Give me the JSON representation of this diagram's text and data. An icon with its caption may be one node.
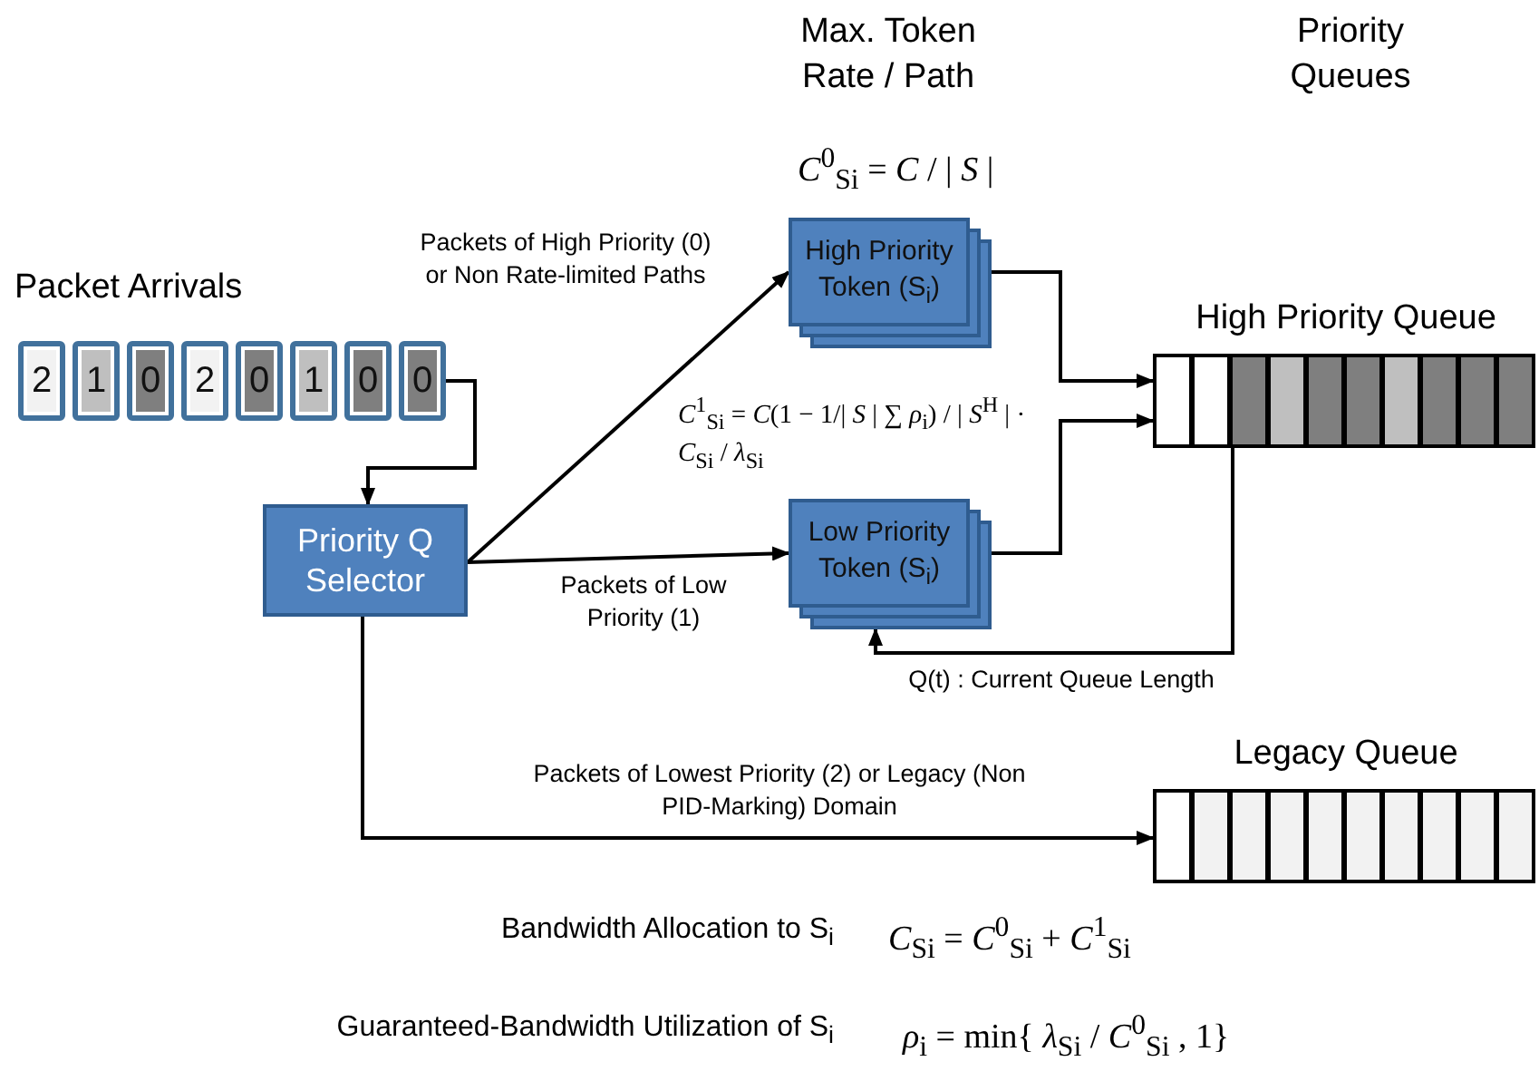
{
  "diagram": {
    "nodes": [
      {
        "text": [
          "Packet Arrivals"
        ]
      },
      {
        "text": [
          "2"
        ],
        "in": 0
      },
      {
        "text": [
          "1"
        ],
        "in": 0
      },
      {
        "text": [
          "0"
        ],
        "in": 0
      },
      {
        "text": [
          "2"
        ],
        "in": 0
      },
      {
        "text": [
          "0"
        ],
        "in": 0
      },
      {
        "text": [
          "1"
        ],
        "in": 0
      },
      {
        "text": [
          "0"
        ],
        "in": 0
      },
      {
        "text": [
          "0"
        ],
        "in": 0
      },
      {
        "text": [
          "Priority Q Selector"
        ]
      },
      {
        "text": [
          "High Priority Token (S$_{i}$)"
        ]
      },
      {
        "text": [
          "Low Priority Token (S$_{i}$)"
        ]
      },
      {
        "text": [
          "High Priority Queue"
        ]
      },
      {
        "text": [
          "Legacy Queue"
        ]
      }
    ],
    "edges": [
      {
        "from": 8,
        "to": 9,
        "arrow": "to"
      },
      {
        "from": 9,
        "to": 10,
        "arrow": "to",
        "label": "Packets of High Priority (0) or Non Rate-limited Paths"
      },
      {
        "from": 9,
        "to": 11,
        "arrow": "to",
        "label": "Packets of Low Priority (1)"
      },
      {
        "from": 10,
        "to": 12,
        "arrow": "to"
      },
      {
        "from": 11,
        "to": 12,
        "arrow": "to"
      },
      {
        "from": 12,
        "to": 11,
        "arrow": "to",
        "label": "Q(t) : Current Queue Length"
      },
      {
        "from": 9,
        "to": 13,
        "arrow": "to",
        "label": "Packets of Lowest Priority (2) or Legacy (Non PID-Marking) Domain"
      }
    ],
    "labels": [
      "Max. Token Rate / Path",
      "Priority Queues",
      "*C*$^{0}$$_{Si}$ = *C* / | *S* |",
      "*C*$^{1}$$_{Si}$ = *C*(1 − 1/| *S* | ∑ *ρ*$_{i}$) / | *S*$^{H}$ | · *C*$_{Si}$ / *λ*$_{Si}$",
      "Bandwidth Allocation to S$_{i}$",
      "*C*$_{Si}$ = *C*$^{0}$$_{Si}$ + *C*$^{1}$$_{Si}$",
      "Guaranteed-Bandwidth Utilization of S$_{i}$",
      "*ρ*$_{i}$ = min{ *λ*$_{Si}$ / *C*$^{0}$$_{Si}$ , 1}"
    ]
  }
}
